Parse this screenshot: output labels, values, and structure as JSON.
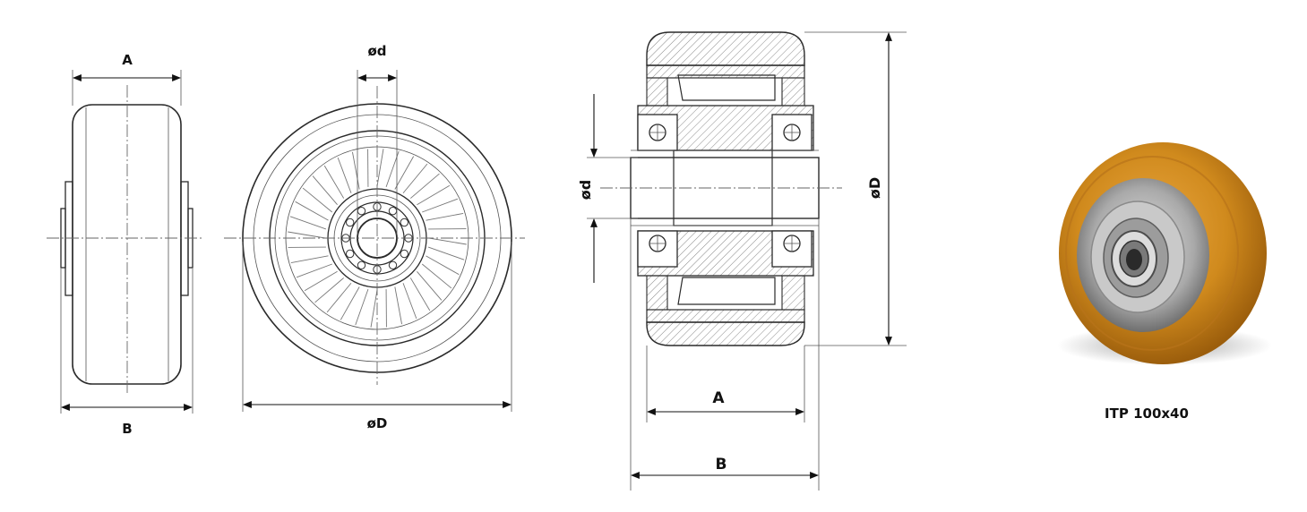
{
  "labels": {
    "side_a": "A",
    "side_b": "B",
    "front_bore": "ød",
    "front_diameter": "øD",
    "section_bore": "ød",
    "section_diameter": "øD",
    "section_a": "A",
    "section_b": "B",
    "product_caption": "ITP 100x40"
  },
  "colors": {
    "line": "#2a2a2a",
    "tread": "#d4901e",
    "tread_dark": "#a9650d",
    "hub": "#b8b8b8",
    "hatch": "#9a9a9a"
  }
}
